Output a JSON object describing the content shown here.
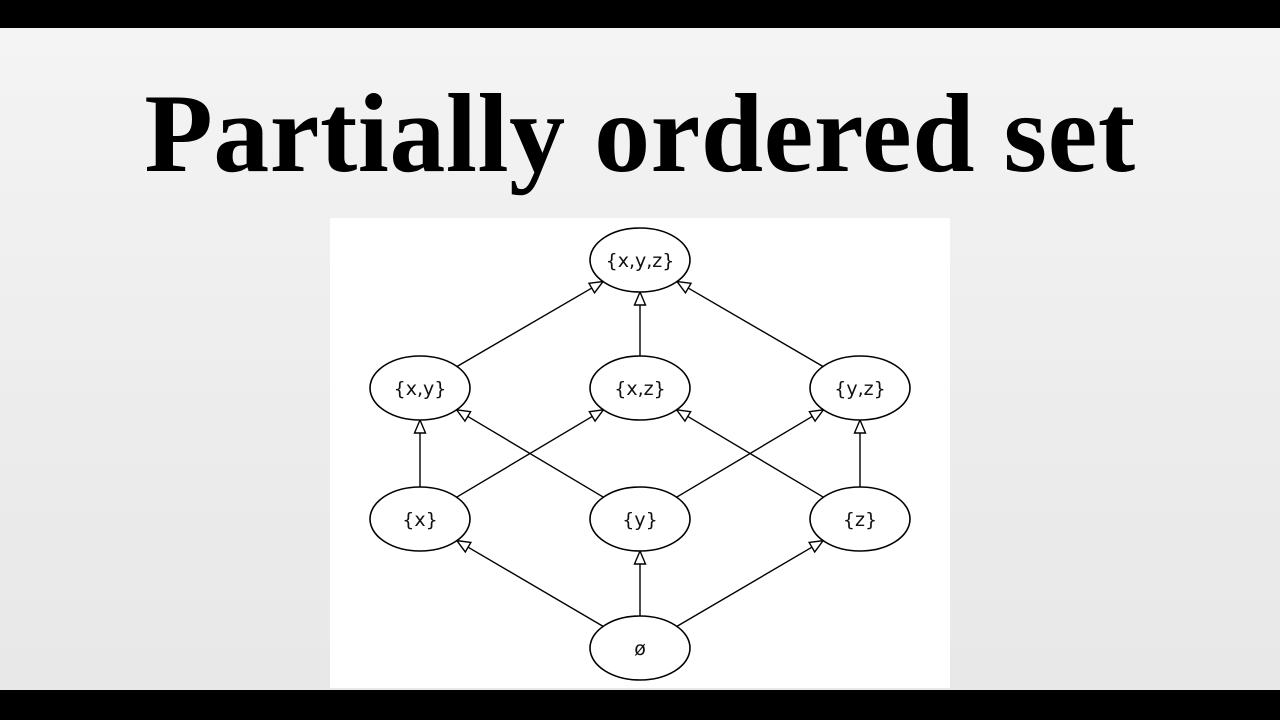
{
  "slide": {
    "title": "Partially ordered set"
  },
  "diagram": {
    "nodes": [
      {
        "id": "xyz",
        "label": "{x,y,z}",
        "level": 3,
        "column": 1
      },
      {
        "id": "xy",
        "label": "{x,y}",
        "level": 2,
        "column": 0
      },
      {
        "id": "xz",
        "label": "{x,z}",
        "level": 2,
        "column": 1
      },
      {
        "id": "yz",
        "label": "{y,z}",
        "level": 2,
        "column": 2
      },
      {
        "id": "x",
        "label": "{x}",
        "level": 1,
        "column": 0
      },
      {
        "id": "y",
        "label": "{y}",
        "level": 1,
        "column": 1
      },
      {
        "id": "z",
        "label": "{z}",
        "level": 1,
        "column": 2
      },
      {
        "id": "empty",
        "label": "ø",
        "level": 0,
        "column": 1
      }
    ],
    "edges": [
      {
        "from": "empty",
        "to": "x"
      },
      {
        "from": "empty",
        "to": "y"
      },
      {
        "from": "empty",
        "to": "z"
      },
      {
        "from": "x",
        "to": "xy"
      },
      {
        "from": "x",
        "to": "xz"
      },
      {
        "from": "y",
        "to": "xy"
      },
      {
        "from": "y",
        "to": "yz"
      },
      {
        "from": "z",
        "to": "xz"
      },
      {
        "from": "z",
        "to": "yz"
      },
      {
        "from": "xy",
        "to": "xyz"
      },
      {
        "from": "xz",
        "to": "xyz"
      },
      {
        "from": "yz",
        "to": "xyz"
      }
    ]
  }
}
